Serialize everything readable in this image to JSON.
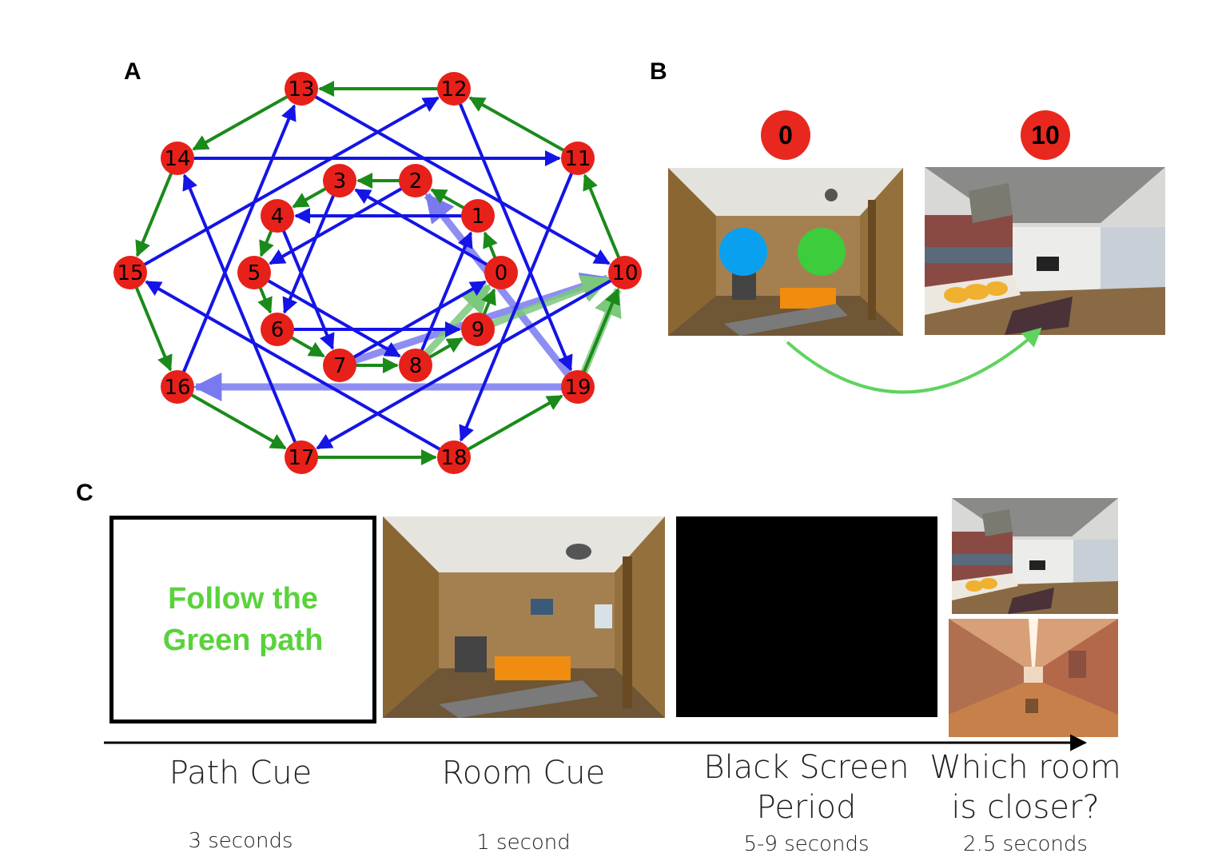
{
  "panels": {
    "a": "A",
    "b": "B",
    "c": "C"
  },
  "graph": {
    "node_color": "#e8201a",
    "green_edge_color": "#1a8a1a",
    "blue_edge_color": "#1414e6",
    "highlight_blue_color": "#7a7af0",
    "highlight_green_color": "#7cc87c",
    "nodes": [
      "0",
      "1",
      "2",
      "3",
      "4",
      "5",
      "6",
      "7",
      "8",
      "9",
      "10",
      "11",
      "12",
      "13",
      "14",
      "15",
      "16",
      "17",
      "18",
      "19"
    ],
    "green_edges": [
      [
        "0",
        "1"
      ],
      [
        "1",
        "2"
      ],
      [
        "2",
        "3"
      ],
      [
        "3",
        "4"
      ],
      [
        "4",
        "5"
      ],
      [
        "5",
        "6"
      ],
      [
        "6",
        "7"
      ],
      [
        "7",
        "8"
      ],
      [
        "8",
        "9"
      ],
      [
        "9",
        "0"
      ],
      [
        "10",
        "11"
      ],
      [
        "11",
        "12"
      ],
      [
        "12",
        "13"
      ],
      [
        "13",
        "14"
      ],
      [
        "14",
        "15"
      ],
      [
        "15",
        "16"
      ],
      [
        "16",
        "17"
      ],
      [
        "17",
        "18"
      ],
      [
        "18",
        "19"
      ],
      [
        "19",
        "10"
      ]
    ],
    "blue_edges": [
      [
        "1",
        "4"
      ],
      [
        "2",
        "5"
      ],
      [
        "3",
        "6"
      ],
      [
        "4",
        "7"
      ],
      [
        "5",
        "8"
      ],
      [
        "6",
        "9"
      ],
      [
        "7",
        "0"
      ],
      [
        "8",
        "1"
      ],
      [
        "0",
        "3"
      ],
      [
        "14",
        "11"
      ],
      [
        "15",
        "12"
      ],
      [
        "16",
        "13"
      ],
      [
        "17",
        "14"
      ],
      [
        "18",
        "15"
      ],
      [
        "12",
        "19"
      ],
      [
        "13",
        "10"
      ],
      [
        "11",
        "18"
      ],
      [
        "10",
        "17"
      ]
    ],
    "highlight_edges": [
      {
        "from": "19",
        "to": "2",
        "color": "blue"
      },
      {
        "from": "19",
        "to": "16",
        "color": "blue"
      },
      {
        "from": "7",
        "to": "10",
        "color": "blue"
      },
      {
        "from": "9",
        "to": "10",
        "color": "green"
      },
      {
        "from": "19",
        "to": "10",
        "color": "green"
      },
      {
        "from": "8",
        "to": "0",
        "color": "green"
      }
    ]
  },
  "panel_b": {
    "start_label": "0",
    "target_label": "10",
    "circle_blue": "#0aa0f0",
    "circle_green": "#3ccc3c",
    "arrow_color": "#5fd35f"
  },
  "panel_c": {
    "cue_text_line1": "Follow the",
    "cue_text_line2": "Green path",
    "cue_text_color": "#5ad23c",
    "steps": [
      {
        "title": "Path Cue",
        "duration": "3 seconds"
      },
      {
        "title": "Room Cue",
        "duration": "1 second"
      },
      {
        "title": "Black Screen Period",
        "duration": "5-9 seconds"
      },
      {
        "title": "Which room is closer?",
        "duration": "2.5 seconds"
      }
    ]
  }
}
